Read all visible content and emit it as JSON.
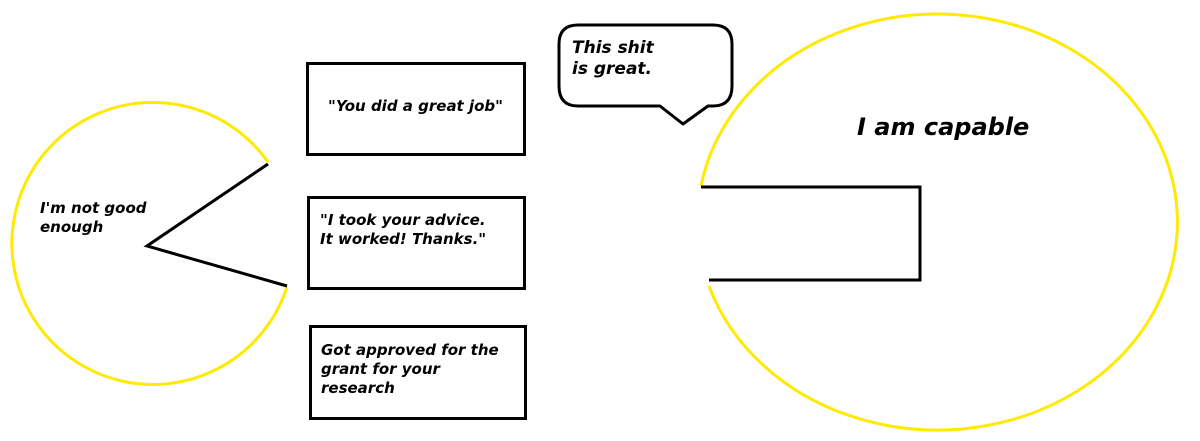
{
  "colors": {
    "pacman_outline": "#ffea00",
    "ink": "#000000",
    "background": "#ffffff"
  },
  "small_pacman": {
    "label": "I'm not good\nenough"
  },
  "big_pacman": {
    "label": "I am capable"
  },
  "speech_bubble": {
    "text": "This shit\nis great."
  },
  "compliment_boxes": [
    {
      "text": "\"You did a great job\""
    },
    {
      "text": "\"I took your advice.\nIt worked! Thanks.\""
    },
    {
      "text": "Got approved for the\ngrant for your\nresearch"
    }
  ]
}
